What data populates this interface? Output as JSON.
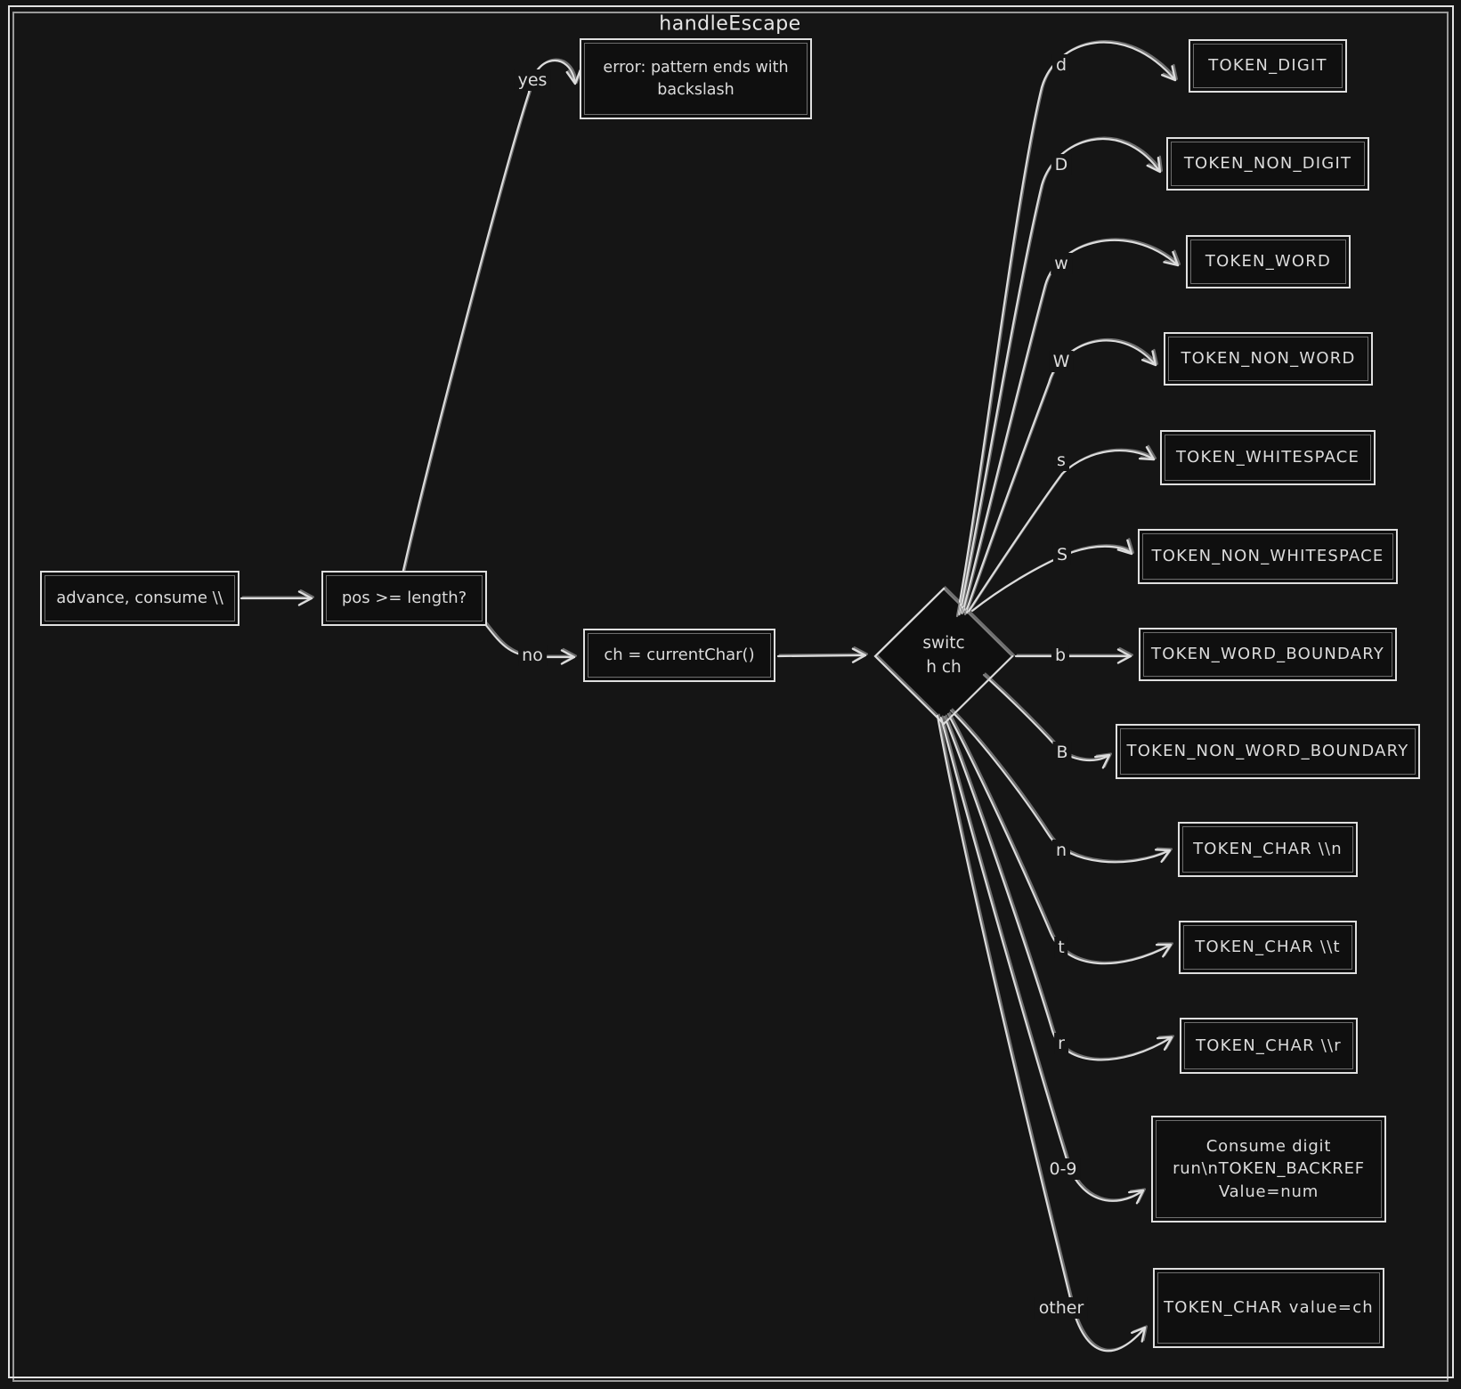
{
  "title": "handleEscape",
  "colors": {
    "background": "#151515",
    "node_fill": "#0f0f0f",
    "stroke": "#dcdcdc",
    "text": "#dedede"
  },
  "flow": {
    "start": {
      "label": "advance, consume \\\\"
    },
    "check": {
      "label": "pos >= length?"
    },
    "error": {
      "label": "error: pattern ends with backslash"
    },
    "current": {
      "label": "ch = currentChar()"
    },
    "switch": {
      "line1": "switc",
      "line2": "h ch"
    },
    "yes_label": "yes",
    "no_label": "no"
  },
  "branches": [
    {
      "case": "d",
      "label": "TOKEN_DIGIT"
    },
    {
      "case": "D",
      "label": "TOKEN_NON_DIGIT"
    },
    {
      "case": "w",
      "label": "TOKEN_WORD"
    },
    {
      "case": "W",
      "label": "TOKEN_NON_WORD"
    },
    {
      "case": "s",
      "label": "TOKEN_WHITESPACE"
    },
    {
      "case": "S",
      "label": "TOKEN_NON_WHITESPACE"
    },
    {
      "case": "b",
      "label": "TOKEN_WORD_BOUNDARY"
    },
    {
      "case": "B",
      "label": "TOKEN_NON_WORD_BOUNDARY"
    },
    {
      "case": "n",
      "label": "TOKEN_CHAR \\\\n"
    },
    {
      "case": "t",
      "label": "TOKEN_CHAR \\\\t"
    },
    {
      "case": "r",
      "label": "TOKEN_CHAR \\\\r"
    },
    {
      "case": "0-9",
      "label": "Consume digit run\\nTOKEN_BACKREF Value=num"
    },
    {
      "case": "other",
      "label": "TOKEN_CHAR value=ch"
    }
  ]
}
